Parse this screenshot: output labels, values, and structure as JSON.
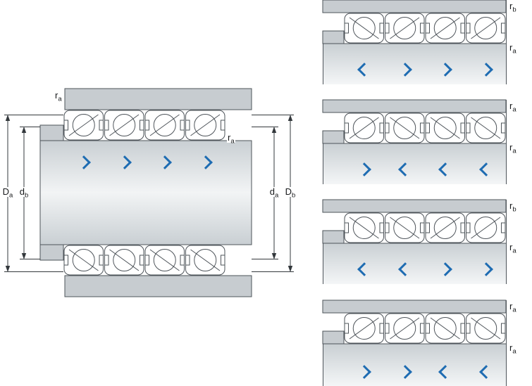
{
  "colors": {
    "arrow": "#1e6cb2",
    "housing_gray": "#c7ccd0",
    "outline": "#4e545a",
    "dimension": "#33383c",
    "background": "#ffffff"
  },
  "main_diagram": {
    "corner_radius_top_label": {
      "base": "r",
      "sub": "a"
    },
    "corner_radius_right_label": {
      "base": "r",
      "sub": "a"
    },
    "dimensions_left": [
      {
        "base": "D",
        "sub": "a"
      },
      {
        "base": "d",
        "sub": "b"
      }
    ],
    "dimensions_right": [
      {
        "base": "d",
        "sub": "a"
      },
      {
        "base": "D",
        "sub": "b"
      }
    ],
    "bearing_arrows": [
      "right",
      "right",
      "right",
      "right"
    ]
  },
  "variants": [
    {
      "corner_label": {
        "base": "r",
        "sub": "b"
      },
      "side_label": {
        "base": "r",
        "sub": "a"
      },
      "bearing_arrows": [
        "left",
        "right",
        "right",
        "right"
      ]
    },
    {
      "corner_label": {
        "base": "r",
        "sub": "a"
      },
      "side_label": {
        "base": "r",
        "sub": "a"
      },
      "bearing_arrows": [
        "right",
        "left",
        "left",
        "left"
      ]
    },
    {
      "corner_label": {
        "base": "r",
        "sub": "b"
      },
      "side_label": {
        "base": "r",
        "sub": "a"
      },
      "bearing_arrows": [
        "left",
        "left",
        "right",
        "right"
      ]
    },
    {
      "corner_label": {
        "base": "r",
        "sub": "a"
      },
      "side_label": {
        "base": "r",
        "sub": "a"
      },
      "bearing_arrows": [
        "right",
        "right",
        "left",
        "left"
      ]
    }
  ]
}
